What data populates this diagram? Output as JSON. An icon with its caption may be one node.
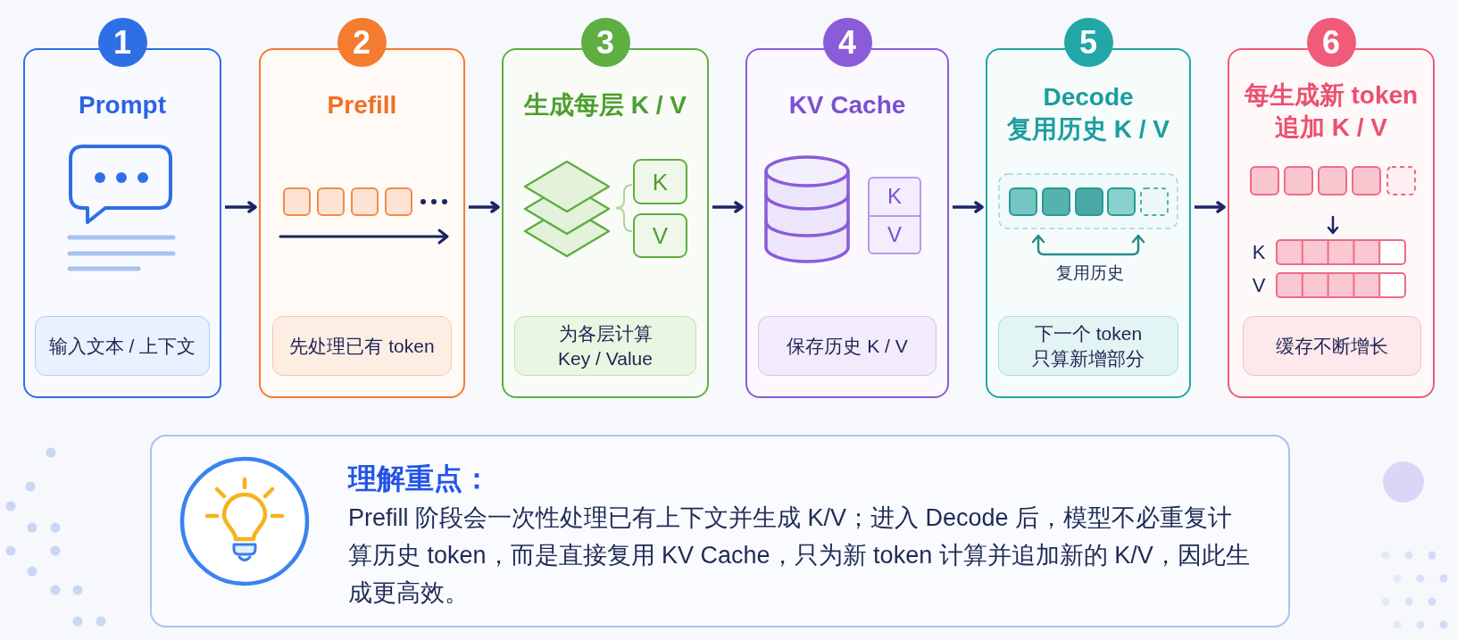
{
  "diagram": {
    "nodes": [
      {
        "text": [
          "1"
        ]
      },
      {
        "text": [
          "Prompt"
        ]
      },
      {
        "text": [
          "输入文本 / 上下文"
        ],
        "in": 1
      },
      {
        "text": [
          "2"
        ]
      },
      {
        "text": [
          "Prefill"
        ]
      },
      {
        "text": [
          "先处理已有 token"
        ],
        "in": 4
      },
      {
        "text": [
          "3"
        ]
      },
      {
        "text": [
          "生成每层 K / V"
        ]
      },
      {
        "text": [
          "K"
        ],
        "in": 7
      },
      {
        "text": [
          "V"
        ],
        "in": 7
      },
      {
        "text": [
          "为各层计算 Key / Value"
        ],
        "in": 7
      },
      {
        "text": [
          "4"
        ]
      },
      {
        "text": [
          "KV Cache"
        ]
      },
      {
        "text": [
          "K",
          "V"
        ],
        "in": 12
      },
      {
        "text": [
          "保存历史 K / V"
        ],
        "in": 12
      },
      {
        "text": [
          "5"
        ]
      },
      {
        "text": [
          "Decode 复用历史 K / V"
        ]
      },
      {
        "text": [
          "下一个 token 只算新增部分"
        ],
        "in": 16
      },
      {
        "text": [
          "6"
        ]
      },
      {
        "text": [
          "每生成新 token 追加 K / V"
        ]
      },
      {
        "text": [
          "缓存不断增长"
        ],
        "in": 19
      },
      {
        "text": [
          "理解重点：",
          "Prefill 阶段会一次性处理已有上下文并生成 K/V；进入 Decode 后，模型不必重复计算历史 token，而是直接复用 KV Cache，只为新 token 计算并追加新的 K/V，因此生成更高效。"
        ]
      }
    ],
    "edges": [
      {
        "from": 1,
        "to": 4,
        "arrow": "to"
      },
      {
        "from": 4,
        "to": 7,
        "arrow": "to"
      },
      {
        "from": 7,
        "to": 12,
        "arrow": "to"
      },
      {
        "from": 12,
        "to": 16,
        "arrow": "to"
      },
      {
        "from": 16,
        "to": 19,
        "arrow": "to"
      }
    ],
    "labels": [
      "复用历史",
      "K",
      "V"
    ]
  }
}
